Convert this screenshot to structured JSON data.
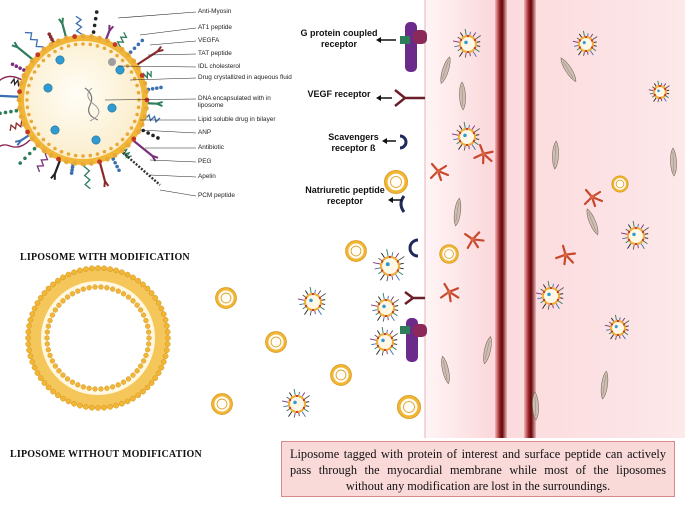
{
  "components": [
    {
      "label": "Anti-Myosin"
    },
    {
      "label": "AT1 peptide"
    },
    {
      "label": "VEGFA"
    },
    {
      "label": "TAT peptide"
    },
    {
      "label": "IDL cholesterol"
    },
    {
      "label": "Drug crystallized in aqueous fluid"
    },
    {
      "label": "DNA encapsulated with in liposome"
    },
    {
      "label": "Lipid soluble drug in bilayer"
    },
    {
      "label": "ANP"
    },
    {
      "label": "Antibiotic"
    },
    {
      "label": "PEG"
    },
    {
      "label": "Apelin"
    },
    {
      "label": "PCM peptide"
    }
  ],
  "receptors": [
    {
      "label": "G protein coupled receptor"
    },
    {
      "label": "VEGF receptor"
    },
    {
      "label": "Scavengers receptor ß"
    },
    {
      "label": "Natriuretic peptide receptor"
    }
  ],
  "headings": {
    "with_mod": "LIPOSOME WITH MODIFICATION",
    "without_mod": "LIPOSOME WITHOUT MODIFICATION"
  },
  "caption": "Liposome tagged with protein of interest and surface peptide can actively pass through the myocardial membrane while most of the liposomes without any modification are lost in the surroundings.",
  "colors": {
    "tissue": "#fde4e6",
    "membrane": "#7a0f10",
    "lipid_head": "#f2b637",
    "caption_bg": "#fad9d9"
  }
}
